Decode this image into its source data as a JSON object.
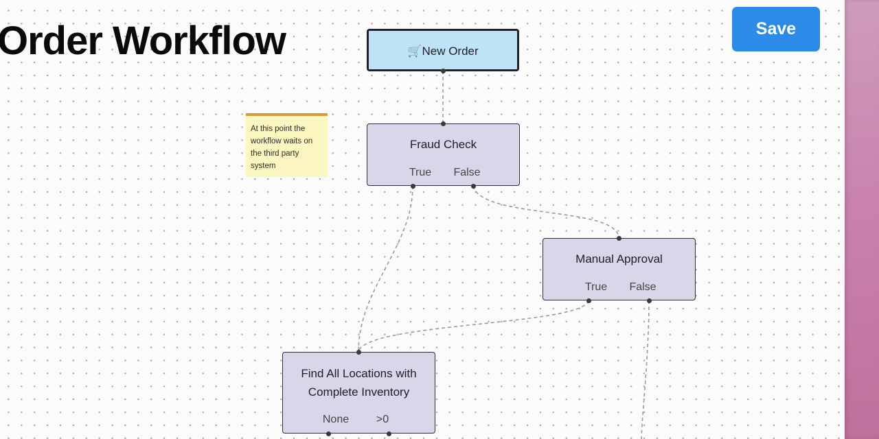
{
  "page": {
    "title": "Order Workflow"
  },
  "toolbar": {
    "save_label": "Save"
  },
  "colors": {
    "node_fill": "#d8d6e8",
    "start_fill": "#bee3f6",
    "save_button": "#2b8be6",
    "sticky_fill": "#fcf7c0"
  },
  "sticky_note": {
    "text": "At this point the workflow waits on the third party system"
  },
  "nodes": {
    "new_order": {
      "icon": "shopping-cart-icon",
      "label": "🛒New Order"
    },
    "fraud_check": {
      "label": "Fraud Check",
      "ports": [
        "True",
        "False"
      ]
    },
    "manual_approval": {
      "label": "Manual Approval",
      "ports": [
        "True",
        "False"
      ]
    },
    "find_locations": {
      "label": "Find All Locations with Complete Inventory",
      "ports": [
        "None",
        ">0"
      ]
    }
  }
}
